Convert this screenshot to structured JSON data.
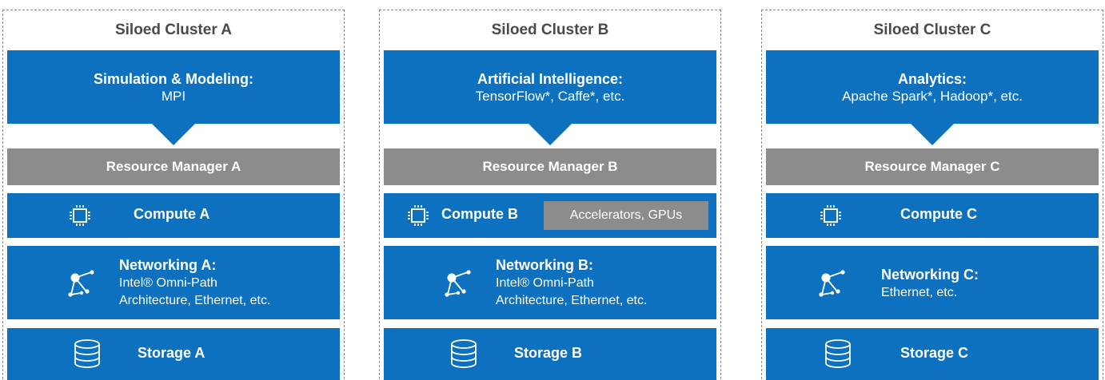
{
  "colors": {
    "blue": "#0e71c0",
    "gray": "#8c8c8c",
    "title_text": "#4a4a4a",
    "border": "#8a8a8a"
  },
  "clusters": [
    {
      "title": "Siloed Cluster A",
      "app_title": "Simulation & Modeling:",
      "app_sub": "MPI",
      "resource_manager": "Resource Manager A",
      "compute": "Compute A",
      "networking_title": "Networking A:",
      "networking_desc": [
        "Intel® Omni-Path",
        "Architecture, Ethernet, etc."
      ],
      "storage": "Storage A"
    },
    {
      "title": "Siloed Cluster B",
      "app_title": "Artificial Intelligence:",
      "app_sub": "TensorFlow*, Caffe*, etc.",
      "resource_manager": "Resource Manager B",
      "compute": "Compute B",
      "accelerators": "Accelerators, GPUs",
      "networking_title": "Networking B:",
      "networking_desc": [
        "Intel® Omni-Path",
        "Architecture, Ethernet, etc."
      ],
      "storage": "Storage B"
    },
    {
      "title": "Siloed Cluster C",
      "app_title": "Analytics:",
      "app_sub": "Apache Spark*, Hadoop*, etc.",
      "resource_manager": "Resource Manager C",
      "compute": "Compute C",
      "networking_title": "Networking C:",
      "networking_desc": [
        "Ethernet, etc."
      ],
      "storage": "Storage C"
    }
  ],
  "icons": {
    "compute": "chip-icon",
    "networking": "network-nodes-icon",
    "storage": "database-icon"
  }
}
